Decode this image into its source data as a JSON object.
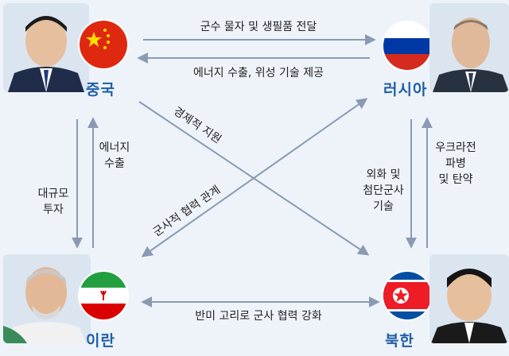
{
  "nodes": {
    "china": {
      "label": "중국",
      "flag": "china-flag",
      "portrait": "china-leader-portrait"
    },
    "russia": {
      "label": "러시아",
      "flag": "russia-flag",
      "portrait": "russia-leader-portrait"
    },
    "iran": {
      "label": "이란",
      "flag": "iran-flag",
      "portrait": "iran-leader-portrait"
    },
    "north_korea": {
      "label": "북한",
      "flag": "north-korea-flag",
      "portrait": "north-korea-leader-portrait"
    }
  },
  "edges": {
    "china_to_russia": "군수 물자 및 생필품 전달",
    "russia_to_china": "에너지 수출, 위성 기술 제공",
    "china_to_iran": [
      "대규모",
      "투자"
    ],
    "iran_to_china": [
      "에너지",
      "수출"
    ],
    "china_to_north_korea": "경제적 지원",
    "iran_russia_diagonal": "군사적 협력 관계",
    "russia_to_north_korea": [
      "외화 및",
      "첨단군사",
      "기술"
    ],
    "north_korea_to_russia": [
      "우크라전",
      "파병",
      "및 탄약"
    ],
    "iran_north_korea": "반미 고리로 군사 협력 강화"
  },
  "colors": {
    "background": "#eef3fa",
    "arrow": "#8a9ab3",
    "country_label": "#1f5fa8"
  }
}
